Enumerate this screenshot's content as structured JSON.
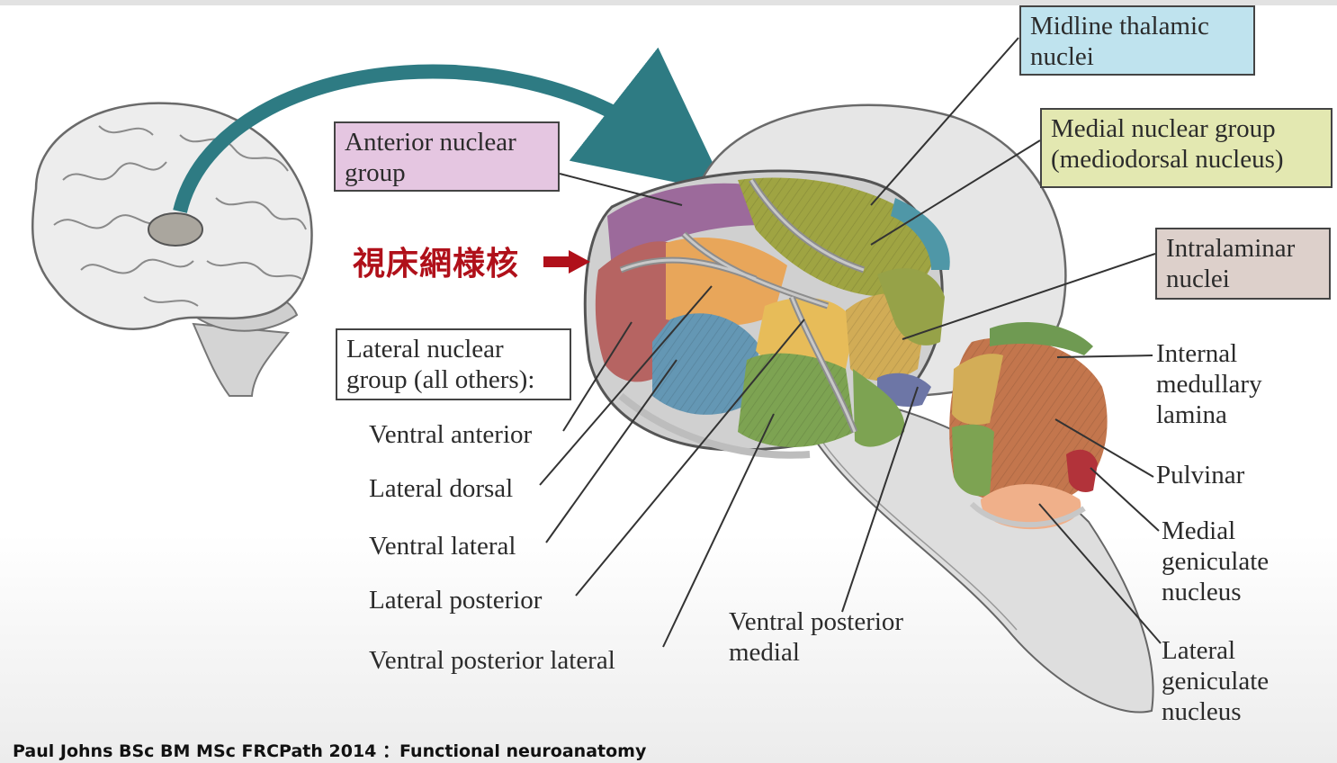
{
  "callouts": {
    "anterior": [
      "Anterior nuclear",
      "group"
    ],
    "midline": [
      "Midline thalamic",
      "nuclei"
    ],
    "medial": [
      "Medial nuclear group",
      "(mediodorsal nucleus)"
    ],
    "intralaminar": [
      "Intralaminar",
      "nuclei"
    ],
    "lateral_group": [
      "Lateral nuclear",
      "group (all others):"
    ]
  },
  "left_labels": [
    "Ventral anterior",
    "Lateral dorsal",
    "Ventral lateral",
    "Lateral posterior",
    "Ventral posterior lateral"
  ],
  "vpm": [
    "Ventral posterior",
    "medial"
  ],
  "right_labels": {
    "internal_medullary": [
      "Internal",
      "medullary",
      "lamina"
    ],
    "pulvinar": "Pulvinar",
    "medial_geniculate": [
      "Medial",
      "geniculate",
      "nucleus"
    ],
    "lateral_geniculate": [
      "Lateral",
      "geniculate",
      "nucleus"
    ]
  },
  "highlight": "視床網様核",
  "credit": "Paul Johns BSc BM MSc FRCPath 2014 ：Functional neuroanatomy",
  "colors": {
    "anterior_box": "#e5c6e1",
    "midline_box": "#bfe3ee",
    "medial_box": "#e3e8b1",
    "intralaminar_box": "#ddd0cb",
    "arrow_teal": "#2e7b83",
    "highlight_red": "#b0101a"
  }
}
